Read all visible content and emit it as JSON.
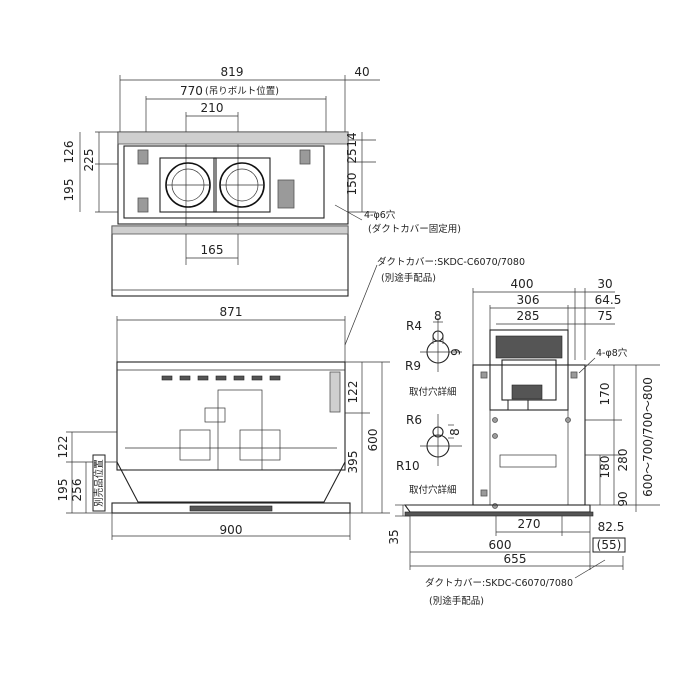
{
  "top_view": {
    "dims": {
      "width_819": "819",
      "offset_40": "40",
      "bolt_770": "770",
      "bolt_note": "(吊りボルト位置)",
      "duct_210": "210",
      "duct_165": "165",
      "left_126": "126",
      "left_225": "225",
      "left_195": "195",
      "right_14": "14",
      "right_25": "25",
      "right_150": "150"
    },
    "hole_note": "4-φ6穴",
    "hole_note_sub": "(ダクトカバー固定用)"
  },
  "front_view": {
    "dims": {
      "width_871": "871",
      "width_900": "900",
      "h_122_right": "122",
      "h_395": "395",
      "h_600": "600",
      "h_122_left": "122",
      "h_195": "195",
      "h_256": "256"
    },
    "side_note": "別売品位置"
  },
  "side_view": {
    "duct_cover_top": "ダクトカバー:SKDC-C6070/7080",
    "duct_cover_top_sub": "(別途手配品)",
    "dims": {
      "w_400": "400",
      "w_306": "306",
      "w_285": "285",
      "r_30": "30",
      "r_64_5": "64.5",
      "r_75": "75",
      "holes": "4-φ8穴",
      "h_170": "170",
      "h_280": "280",
      "h_180": "180",
      "h_90": "90",
      "h_range": "600〜700/700〜800",
      "w_270": "270",
      "w_82_5": "82.5",
      "w_55": "(55)",
      "w_600": "600",
      "w_655": "655",
      "h_35": "35"
    },
    "detail_a": {
      "r1": "R4",
      "r2": "R9",
      "d": "8",
      "d2": "9",
      "label": "取付穴詳細"
    },
    "detail_b": {
      "r1": "R6",
      "r2": "R10",
      "d": "8",
      "label": "取付穴詳細"
    },
    "duct_cover_bottom": "ダクトカバー:SKDC-C6070/7080",
    "duct_cover_bottom_sub": "(別途手配品)"
  }
}
